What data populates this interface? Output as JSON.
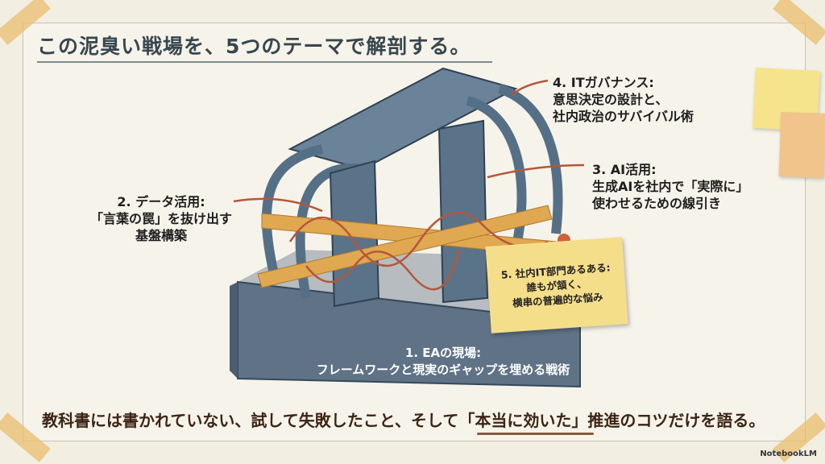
{
  "title": "この泥臭い戦場を、5つのテーマで解剖する。",
  "themes": {
    "t1": {
      "heading": "1. EAの現場:",
      "body": "フレームワークと現実のギャップを埋める戦術"
    },
    "t2": {
      "heading": "2. データ活用:",
      "line1": "「言葉の罠」を抜け出す",
      "line2": "基盤構築"
    },
    "t3": {
      "heading": "3. AI活用:",
      "line1": "生成AIを社内で「実際に」",
      "line2": "使わせるための線引き"
    },
    "t4": {
      "heading": "4. ITガバナンス:",
      "line1": "意思決定の設計と、",
      "line2": "社内政治のサバイバル術"
    },
    "t5": {
      "heading": "5. 社内IT部門あるある:",
      "line1": "誰もが頷く、",
      "line2": "横串の普遍的な悩み"
    }
  },
  "bottom": {
    "before": "教科書には書かれていない、試して失敗したこと、そして",
    "highlight": "「本当に効いた」推進",
    "after": "のコツだけを語る。"
  },
  "footer": "NotebookLM",
  "colors": {
    "steel": "#557086",
    "concrete": "#5f7286",
    "tape": "#e0a850",
    "arrow": "#b5573a",
    "note": "#f5de8a"
  }
}
